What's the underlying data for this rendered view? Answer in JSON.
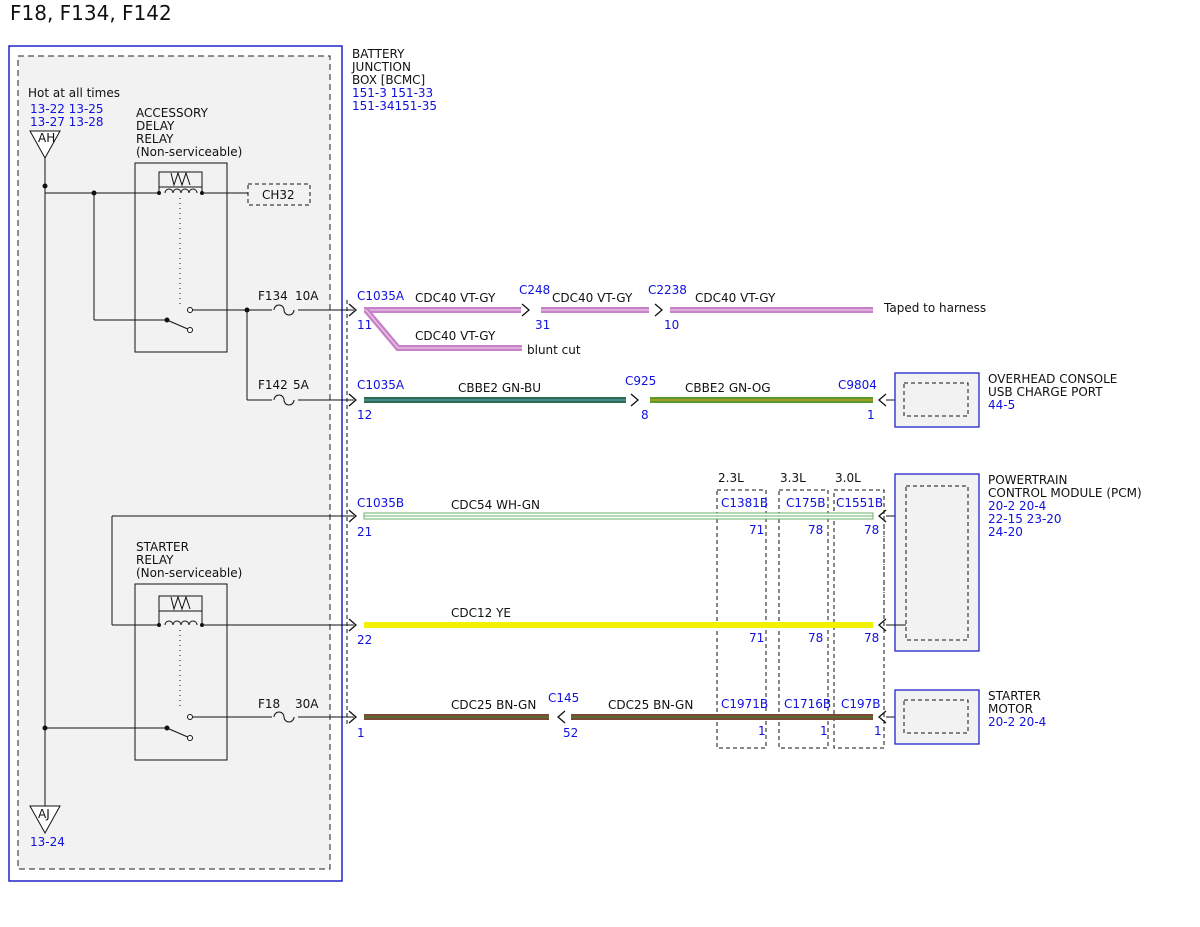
{
  "title": "F18, F134, F142",
  "bjb": {
    "l1": "BATTERY",
    "l2": "JUNCTION",
    "l3": "BOX [BCMC]",
    "r1": "151-3  151-33",
    "r2": "151-34151-35"
  },
  "hot": {
    "label": "Hot at all times",
    "r1": "13-22 13-25",
    "r2": "13-27 13-28",
    "terminal": "AH"
  },
  "ground": {
    "terminal": "AJ",
    "ref": "13-24"
  },
  "acc_relay": {
    "l1": "ACCESSORY",
    "l2": "DELAY",
    "l3": "RELAY",
    "l4": "(Non-serviceable)"
  },
  "ch32": "CH32",
  "starter_relay": {
    "l1": "STARTER",
    "l2": "RELAY",
    "l3": "(Non-serviceable)"
  },
  "fuses": {
    "f134_name": "F134",
    "f134_amp": "10A",
    "f142_name": "F142",
    "f142_amp": "5A",
    "f18_name": "F18",
    "f18_amp": "30A"
  },
  "circuit1": {
    "c_conn": "C1035A",
    "pin": "11",
    "wire1": "CDC40  VT-GY",
    "c248": "C248",
    "c248_pin": "31",
    "wire2": "CDC40  VT-GY",
    "c2238": "C2238",
    "c2238_pin": "10",
    "wire3": "CDC40  VT-GY",
    "end": "Taped to harness",
    "branch_wire": "CDC40  VT-GY",
    "branch_end": "blunt cut"
  },
  "circuit2": {
    "c_conn": "C1035A",
    "pin": "12",
    "wire1": "CBBE2  GN-BU",
    "c925": "C925",
    "c925_pin": "8",
    "wire2": "CBBE2  GN-OG",
    "c9804": "C9804",
    "c9804_pin": "1"
  },
  "usb": {
    "l1": "OVERHEAD CONSOLE",
    "l2": "USB CHARGE PORT",
    "ref": "44-5"
  },
  "engines": {
    "e1": "2.3L",
    "e2": "3.3L",
    "e3": "3.0L"
  },
  "circuit3": {
    "c_conn": "C1035B",
    "pin": "21",
    "wire": "CDC54  WH-GN",
    "c1": "C1381B",
    "p1": "71",
    "c2": "C175B",
    "p2": "78",
    "c3": "C1551B",
    "p3": "78"
  },
  "circuit4": {
    "pin": "22",
    "wire": "CDC12  YE",
    "p1": "71",
    "p2": "78",
    "p3": "78"
  },
  "pcm": {
    "l1": "POWERTRAIN",
    "l2": "CONTROL MODULE (PCM)",
    "r1": "20-2  20-4",
    "r2": "22-15 23-20",
    "r3": "24-20"
  },
  "circuit5": {
    "pin": "1",
    "wire1": "CDC25  BN-GN",
    "c145": "C145",
    "c145_pin": "52",
    "wire2": "CDC25  BN-GN",
    "c1": "C1971B",
    "p1": "1",
    "c2": "C1716B",
    "p2": "1",
    "c3": "C197B",
    "p3": "1"
  },
  "starter_motor": {
    "l1": "STARTER",
    "l2": "MOTOR",
    "ref": "20-2  20-4"
  },
  "colors": {
    "violet_gray": "#c882c8",
    "green_blue": "#2a6e50",
    "green_orange": "#5a9a2a",
    "white_green": "#6ab06a",
    "yellow": "#f2f200",
    "brown": "#7a4a32",
    "ref_blue": "#1010e0",
    "box_blue": "#2222cc"
  }
}
